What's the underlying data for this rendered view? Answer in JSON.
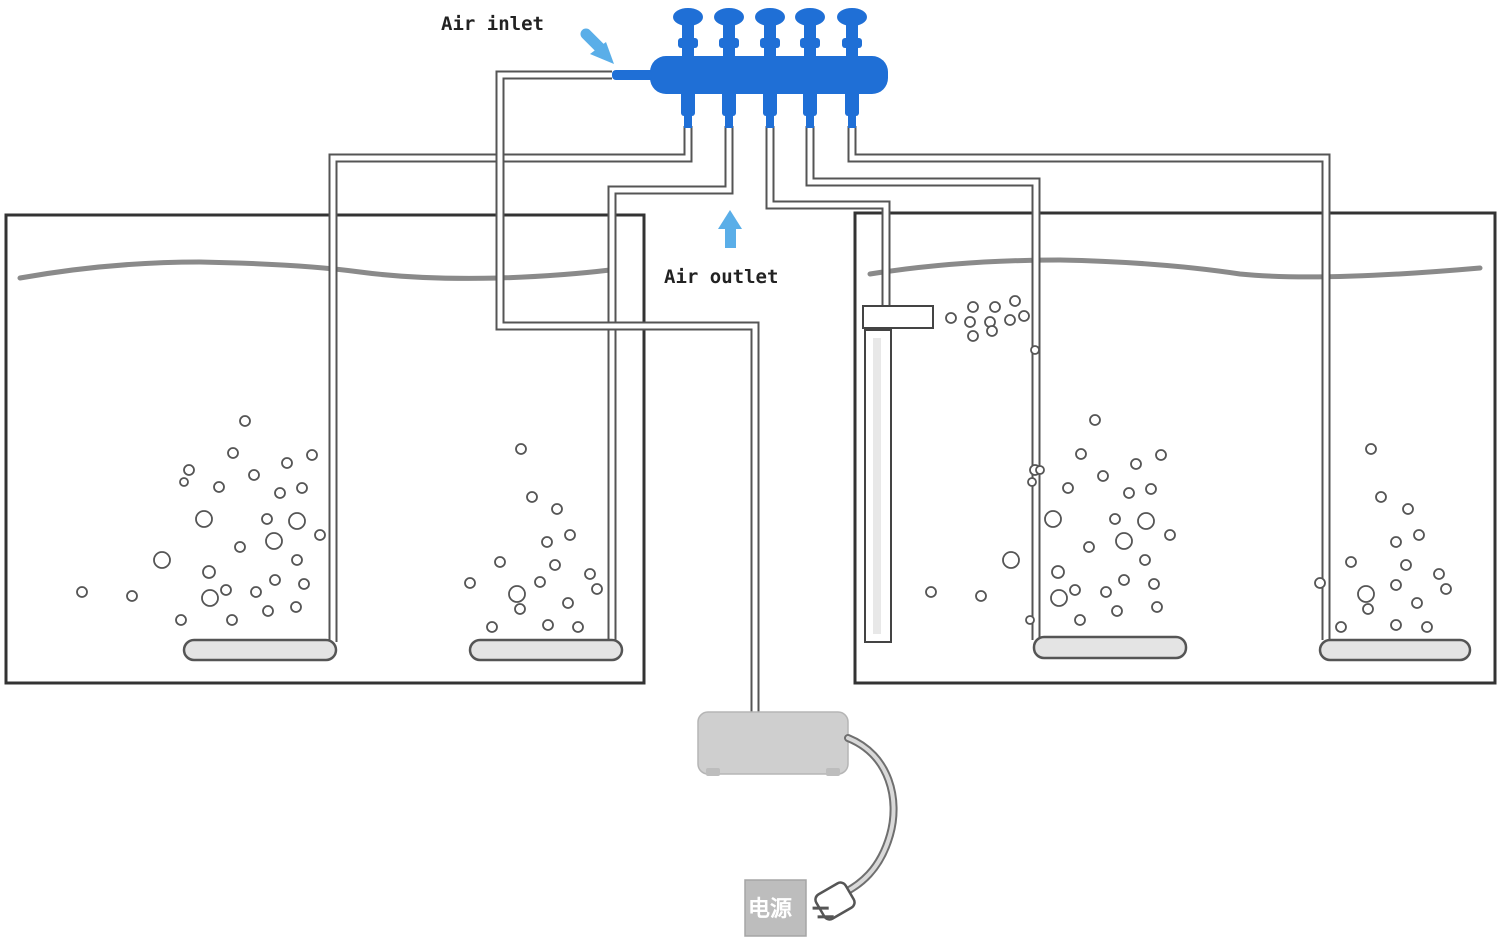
{
  "labels": {
    "air_inlet": "Air inlet",
    "air_outlet": "Air outlet",
    "power": "电源"
  },
  "colors": {
    "manifold": "#1f6fd6",
    "arrow": "#5aaee8",
    "pump": "#cfcfcf",
    "power_box": "#bdbdbd",
    "line": "#333333"
  },
  "icons": {
    "manifold": "air-manifold-icon",
    "pump": "air-pump-icon",
    "plug": "power-plug-icon",
    "heater": "heater-icon",
    "air_stone": "air-stone-icon"
  }
}
